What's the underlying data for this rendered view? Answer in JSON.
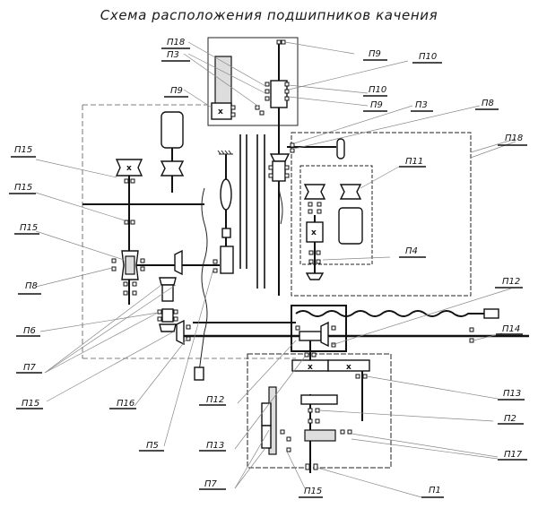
{
  "title": "Схема расположения подшипников качения",
  "labels": [
    {
      "id": "P18a",
      "text": "П18"
    },
    {
      "id": "P3a",
      "text": "П3"
    },
    {
      "id": "P9a",
      "text": "П9"
    },
    {
      "id": "P9b",
      "text": "П9"
    },
    {
      "id": "P10a",
      "text": "П10"
    },
    {
      "id": "P10b",
      "text": "П10"
    },
    {
      "id": "P9c",
      "text": "П9"
    },
    {
      "id": "P3b",
      "text": "П3"
    },
    {
      "id": "P8a",
      "text": "П8"
    },
    {
      "id": "P18b",
      "text": "П18"
    },
    {
      "id": "P11",
      "text": "П11"
    },
    {
      "id": "P15a",
      "text": "П15"
    },
    {
      "id": "P15b",
      "text": "П15"
    },
    {
      "id": "P15c",
      "text": "П15"
    },
    {
      "id": "P8b",
      "text": "П8"
    },
    {
      "id": "P6",
      "text": "П6"
    },
    {
      "id": "P7a",
      "text": "П7"
    },
    {
      "id": "P15d",
      "text": "П15"
    },
    {
      "id": "P16",
      "text": "П16"
    },
    {
      "id": "P5",
      "text": "П5"
    },
    {
      "id": "P12a",
      "text": "П12"
    },
    {
      "id": "P12b",
      "text": "П12"
    },
    {
      "id": "P13a",
      "text": "П13"
    },
    {
      "id": "P13b",
      "text": "П13"
    },
    {
      "id": "P7b",
      "text": "П7"
    },
    {
      "id": "P4",
      "text": "П4"
    },
    {
      "id": "P14",
      "text": "П14"
    },
    {
      "id": "P2",
      "text": "П2"
    },
    {
      "id": "P17",
      "text": "П17"
    },
    {
      "id": "P1",
      "text": "П1"
    },
    {
      "id": "P15e",
      "text": "П15"
    }
  ],
  "gear_mark": "x"
}
